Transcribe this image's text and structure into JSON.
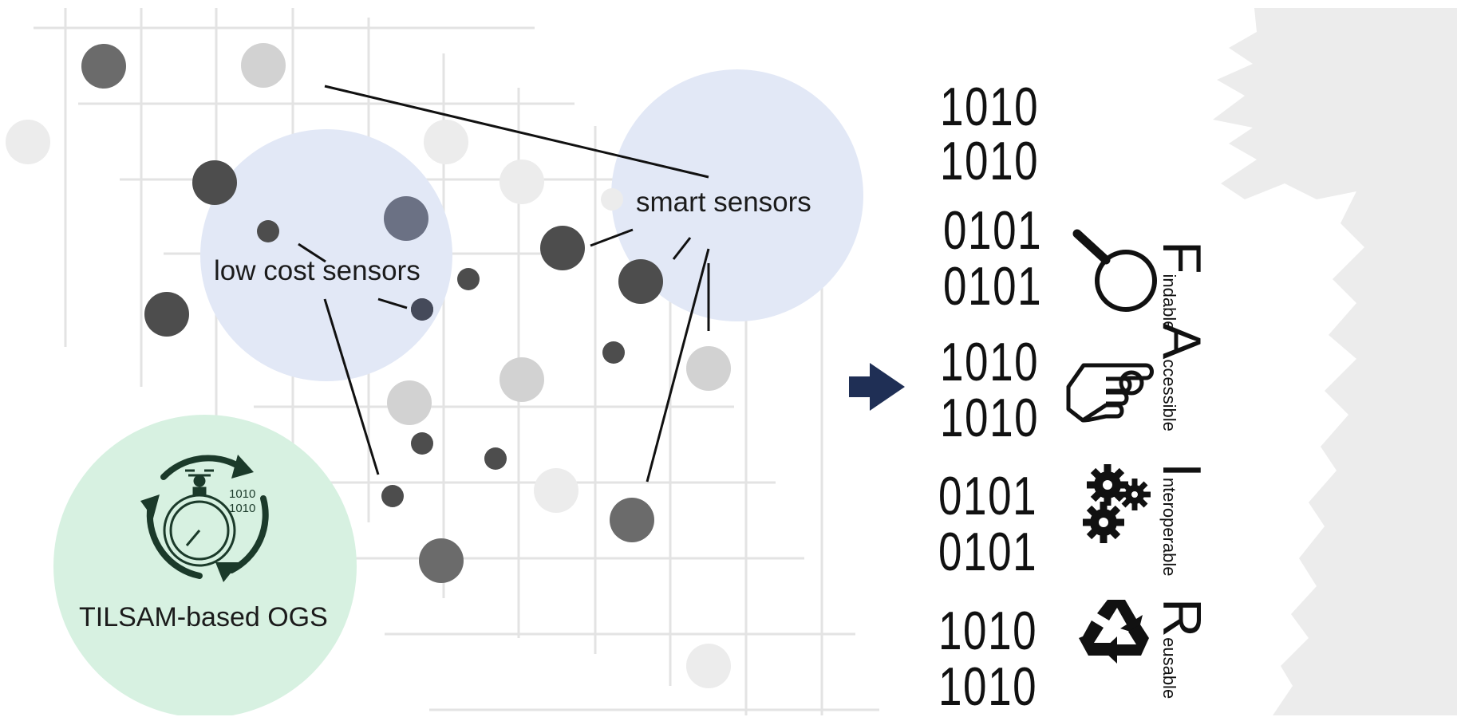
{
  "labels": {
    "low_cost": "low cost sensors",
    "smart": "smart sensors",
    "ogs": "TILSAM-based OGS"
  },
  "binary_rows": [
    "1010",
    "1010",
    "0101",
    "0101",
    "1010",
    "1010",
    "0101",
    "0101",
    "1010",
    "1010"
  ],
  "fair": [
    {
      "letter": "F",
      "rest": "indable",
      "icon": "magnifier-icon"
    },
    {
      "letter": "A",
      "rest": "ccessible",
      "icon": "pointing-hand-icon"
    },
    {
      "letter": "I",
      "rest": "nteroperable",
      "icon": "gears-icon"
    },
    {
      "letter": "R",
      "rest": "eusable",
      "icon": "recycle-icon"
    }
  ],
  "ogs_icon": {
    "binary_top": "1010",
    "binary_bottom": "1010"
  },
  "colors": {
    "grid": "#e3e3e3",
    "blue_zone": "#e2e8f6",
    "green_zone": "#d7f1e1",
    "dark_node": "#4d4d4d",
    "mid_node": "#6b6b6b",
    "light_node": "#d2d2d2",
    "faint_node": "#ececec",
    "arrow_fill": "#1f2f55",
    "mountain": "#ececec"
  }
}
